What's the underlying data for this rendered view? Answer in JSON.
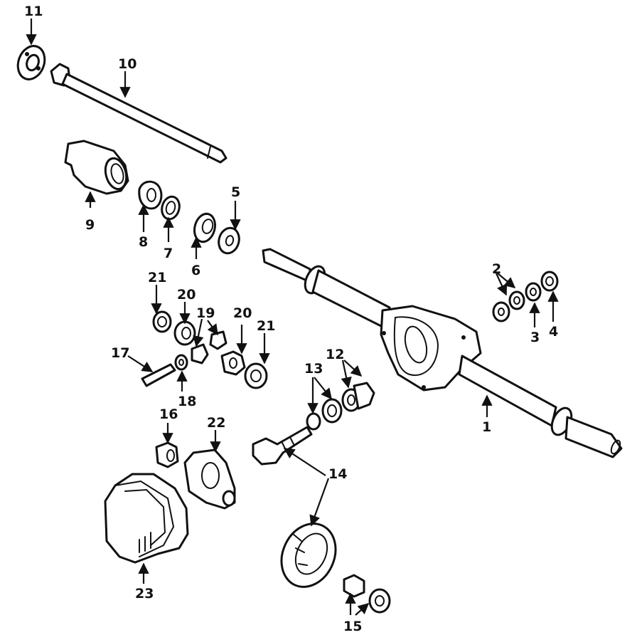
{
  "diagram": {
    "colors": {
      "ink": "#111111",
      "paper": "#ffffff"
    },
    "callouts": {
      "c1": "1",
      "c2": "2",
      "c3": "3",
      "c4": "4",
      "c5": "5",
      "c6": "6",
      "c7": "7",
      "c8": "8",
      "c9": "9",
      "c10": "10",
      "c11": "11",
      "c12": "12",
      "c13": "13",
      "c14": "14",
      "c15": "15",
      "c16": "16",
      "c17": "17",
      "c18": "18",
      "c19": "19",
      "c20a": "20",
      "c20b": "20",
      "c21a": "21",
      "c21b": "21",
      "c22": "22",
      "c23": "23"
    }
  }
}
